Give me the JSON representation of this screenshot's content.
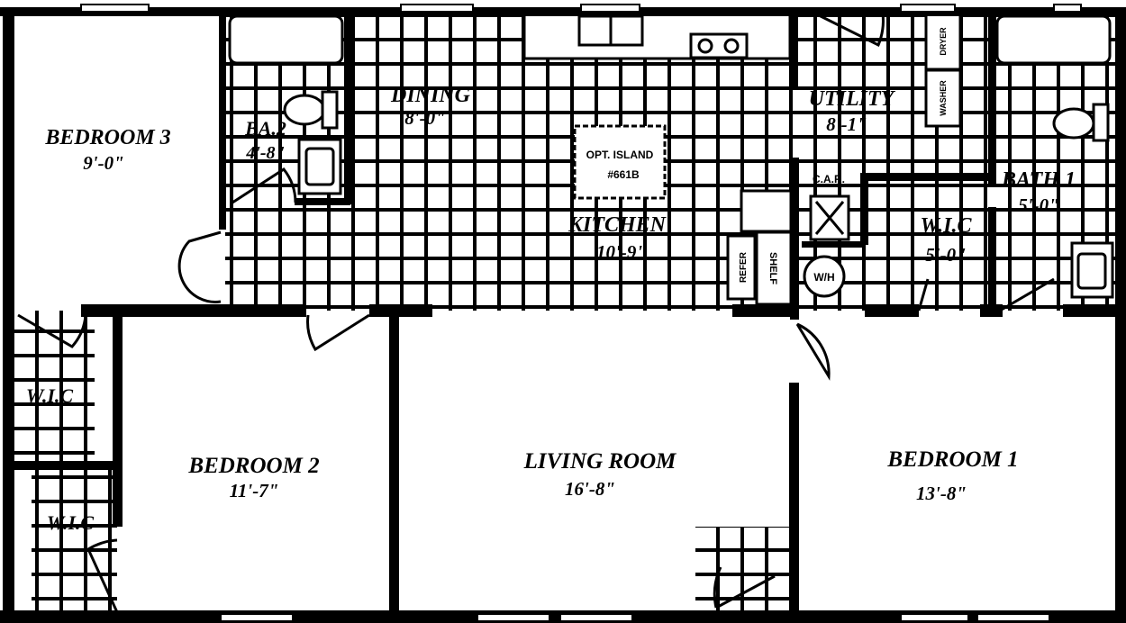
{
  "colors": {
    "wall": "#000000",
    "floor": "#ffffff"
  },
  "rooms": {
    "bedroom3": {
      "name": "BEDROOM 3",
      "size": "9'-0\""
    },
    "bath2": {
      "name": "BA.2",
      "size": "4'-8\""
    },
    "dining": {
      "name": "DINING",
      "size": "8'-0\""
    },
    "kitchen": {
      "name": "KITCHEN",
      "size": "10'-9\""
    },
    "utility": {
      "name": "UTILITY",
      "size": "8'-1\""
    },
    "bath1": {
      "name": "BATH 1",
      "size": "5'-0\""
    },
    "wic_master": {
      "name": "W.I.C",
      "size": "5'-0\""
    },
    "wic_upper": {
      "name": "W.I.C"
    },
    "wic_lower": {
      "name": "W.I.C"
    },
    "bedroom2": {
      "name": "BEDROOM 2",
      "size": "11'-7\""
    },
    "living": {
      "name": "LIVING ROOM",
      "size": "16'-8\""
    },
    "bedroom1": {
      "name": "BEDROOM 1",
      "size": "13'-8\""
    }
  },
  "fixtures": {
    "island_line1": "OPT. ISLAND",
    "island_line2": "#661B",
    "refer": "REFER",
    "shelf": "SHELF",
    "water_heater": "W/H",
    "car": "C.A.R.",
    "dryer": "DRYER",
    "washer": "WASHER"
  }
}
